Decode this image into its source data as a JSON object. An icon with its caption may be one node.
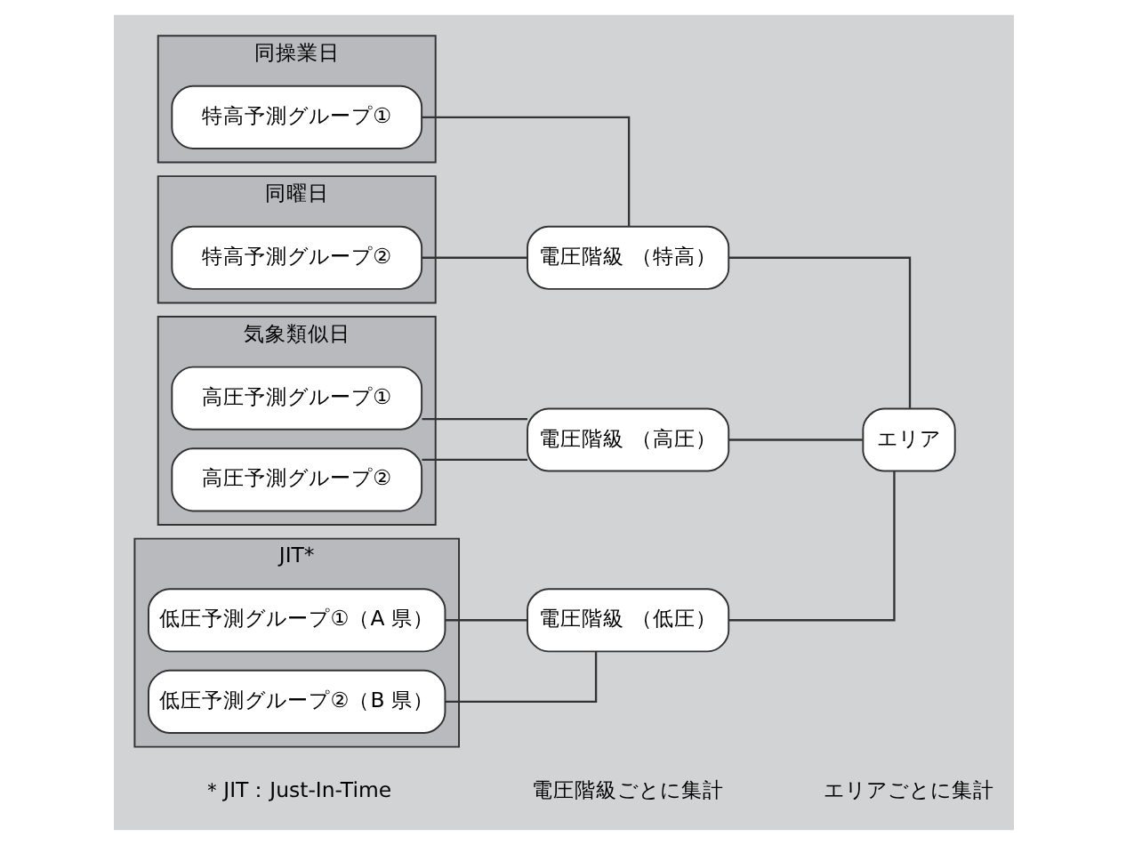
{
  "diagram": {
    "nodes": [
      {
        "text": [
          "同操業日"
        ]
      },
      {
        "text": [
          "特高予測グループ①"
        ],
        "in": 0
      },
      {
        "text": [
          "電圧階級 （特高）"
        ]
      },
      {
        "text": [
          "エリア"
        ]
      },
      {
        "text": [
          "同曜日"
        ]
      },
      {
        "text": [
          "特高予測グループ②"
        ],
        "in": 4
      },
      {
        "text": [
          "気象類似日"
        ]
      },
      {
        "text": [
          "高圧予測グループ①"
        ],
        "in": 6
      },
      {
        "text": [
          "高圧予測グループ②"
        ],
        "in": 6
      },
      {
        "text": [
          "電圧階級 （高圧）"
        ]
      },
      {
        "text": [
          "JIT*"
        ]
      },
      {
        "text": [
          "低圧予測グループ①（A 県）"
        ],
        "in": 10
      },
      {
        "text": [
          "低圧予測グループ②（B 県）"
        ],
        "in": 10
      },
      {
        "text": [
          "電圧階級 （低圧）"
        ]
      }
    ],
    "edges": [
      {
        "from": 1,
        "to": 2,
        "arrow": "none"
      },
      {
        "from": 5,
        "to": 2,
        "arrow": "none"
      },
      {
        "from": 7,
        "to": 9,
        "arrow": "none"
      },
      {
        "from": 8,
        "to": 9,
        "arrow": "none"
      },
      {
        "from": 11,
        "to": 13,
        "arrow": "none"
      },
      {
        "from": 12,
        "to": 13,
        "arrow": "none"
      },
      {
        "from": 2,
        "to": 3,
        "arrow": "none"
      },
      {
        "from": 9,
        "to": 3,
        "arrow": "none"
      },
      {
        "from": 13,
        "to": 3,
        "arrow": "none"
      }
    ],
    "labels": [
      "＊JIT：Just-In-Time",
      "電圧階級ごとに集計",
      "エリアごとに集計"
    ]
  }
}
